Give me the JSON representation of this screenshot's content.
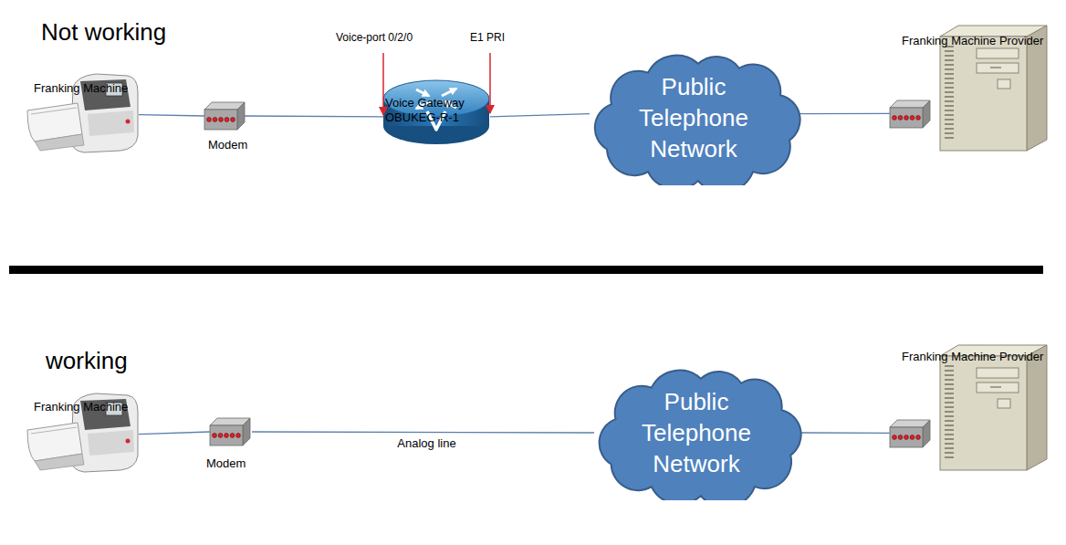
{
  "diagram": {
    "nodes": [
      {
        "text": [
          "Franking Machine"
        ]
      },
      {
        "text": [
          "Modem"
        ]
      },
      {
        "text": [
          "Voice Gateway OBUKEG-R-1"
        ]
      },
      {
        "text": [
          "Public Telephone Network"
        ]
      },
      {
        "text": [
          "Franking Machine Provider"
        ]
      },
      {
        "text": [
          "Franking Machine"
        ]
      },
      {
        "text": [
          "Modem"
        ]
      },
      {
        "text": [
          "Public Telephone Network"
        ]
      },
      {
        "text": [
          "Franking Machine Provider"
        ]
      }
    ],
    "edges": [
      {
        "from": 0,
        "to": 1,
        "arrow": "none"
      },
      {
        "from": 1,
        "to": 2,
        "arrow": "none"
      },
      {
        "from": 2,
        "to": 3,
        "arrow": "none"
      },
      {
        "from": 3,
        "to": 4,
        "arrow": "none"
      },
      {
        "from": 5,
        "to": 6,
        "arrow": "none"
      },
      {
        "from": 6,
        "to": 7,
        "label": "Analog line",
        "arrow": "none"
      },
      {
        "from": 7,
        "to": 8,
        "arrow": "none"
      }
    ],
    "labels": [
      "Not working",
      "Voice-port 0/2/0",
      "E1 PRI",
      "working"
    ]
  }
}
